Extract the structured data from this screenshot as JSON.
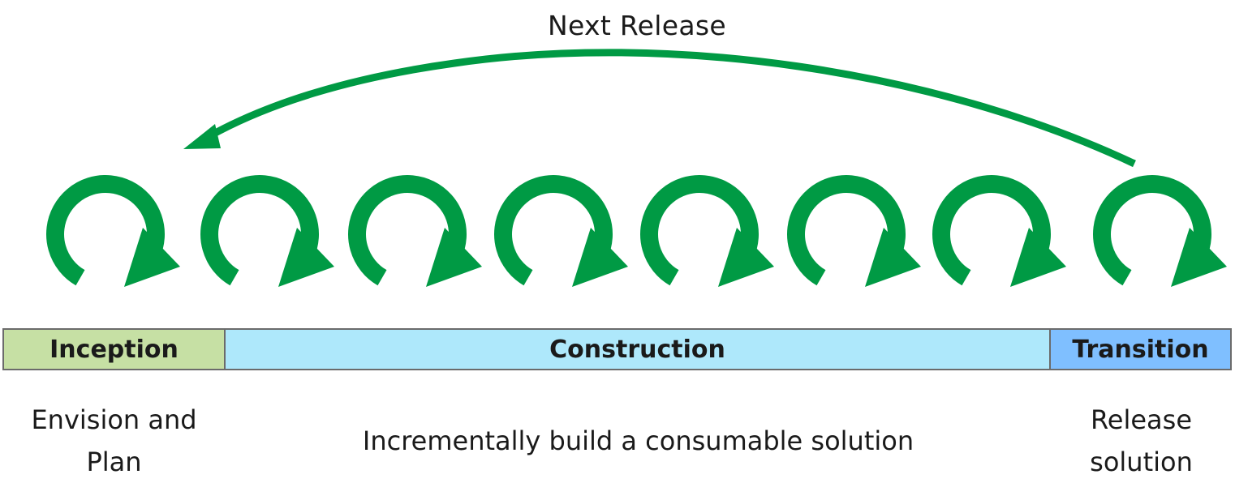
{
  "release_loop": {
    "label": "Next Release",
    "color": "#009a44"
  },
  "iterations": {
    "count": 8,
    "color": "#009a44"
  },
  "phases": [
    {
      "name": "Inception",
      "color": "#c6e0a4",
      "description": "Envision and\nPlan"
    },
    {
      "name": "Construction",
      "color": "#aee8fb",
      "description": "Incrementally build a consumable solution"
    },
    {
      "name": "Transition",
      "color": "#7fbfff",
      "description": "Release\nsolution"
    }
  ]
}
